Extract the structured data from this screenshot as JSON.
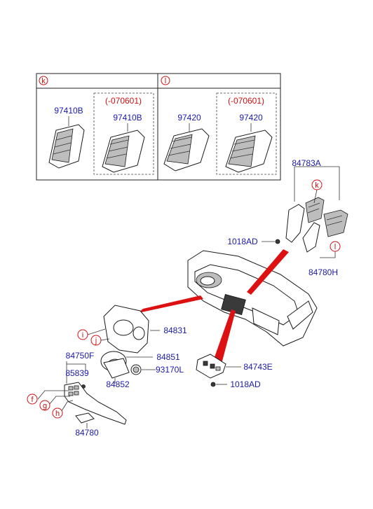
{
  "table": {
    "col_left_letter": "k",
    "col_right_letter": "l",
    "note_left": "(-070601)",
    "note_right": "(-070601)",
    "pn_left_a": "97410B",
    "pn_left_b": "97410B",
    "pn_right_a": "97420",
    "pn_right_b": "97420"
  },
  "callouts": {
    "p84783A": "84783A",
    "k": "k",
    "l": "l",
    "p84780H": "84780H",
    "p1018AD_top": "1018AD",
    "p84831": "84831",
    "i": "i",
    "j": "j",
    "p84750F": "84750F",
    "p84851": "84851",
    "p85839": "85839",
    "p93170L": "93170L",
    "p84852": "84852",
    "p84743E": "84743E",
    "p1018AD_bottom": "1018AD",
    "f": "f",
    "g": "g",
    "h": "h",
    "p84780": "84780"
  }
}
